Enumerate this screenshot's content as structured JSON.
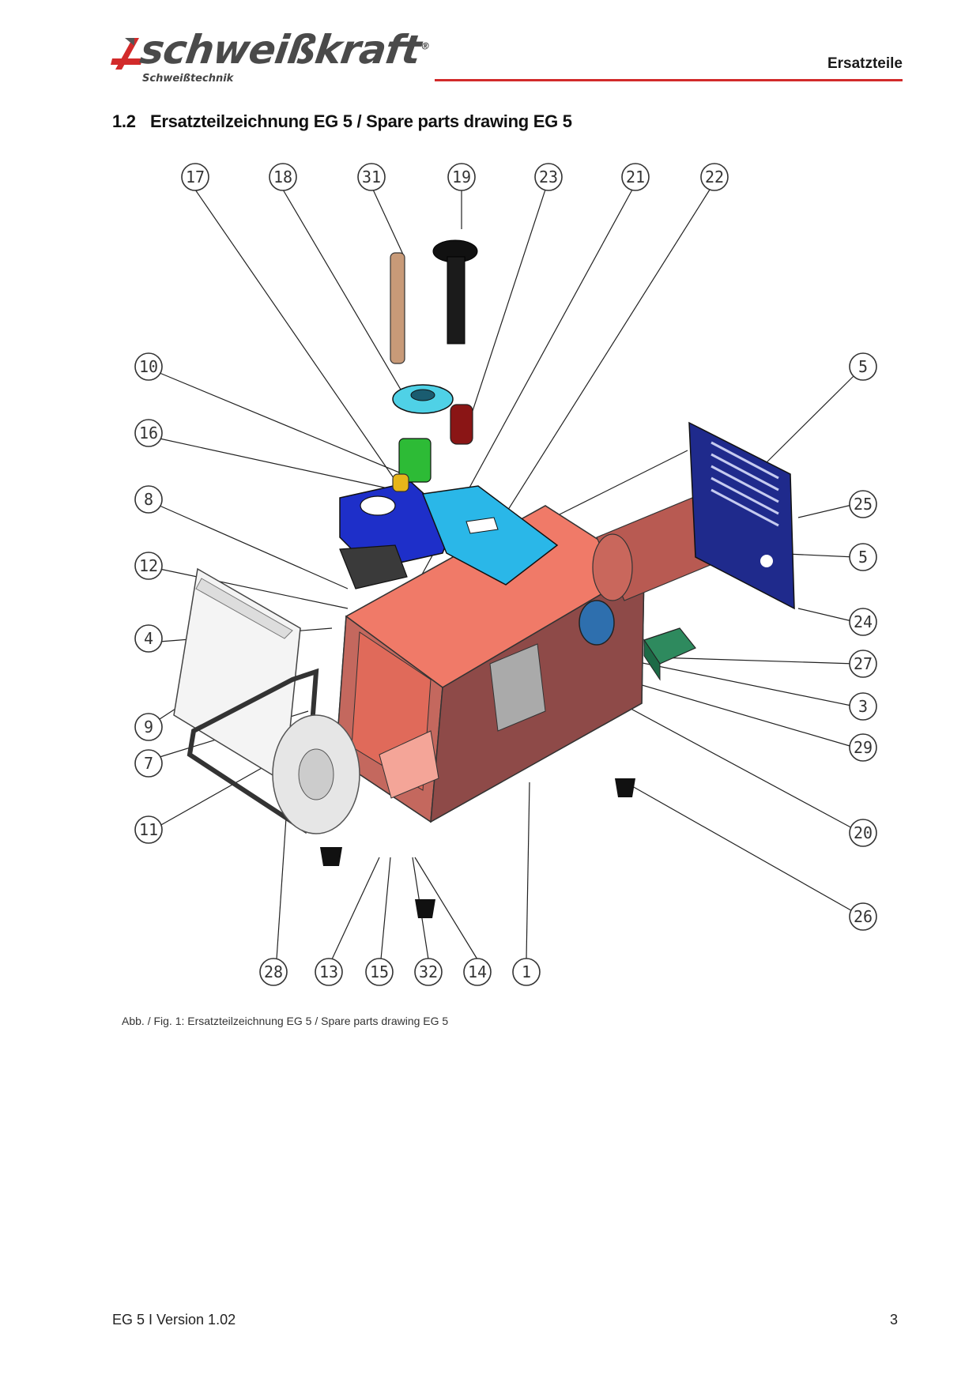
{
  "header": {
    "brand": "schweißkraft",
    "brand_registered": "®",
    "brand_sub": "Schweißtechnik",
    "section_label": "Ersatzteile",
    "accent": "#d22a2a"
  },
  "section": {
    "number": "1.2",
    "title": "Ersatzteilzeichnung EG 5 / Spare parts drawing EG 5"
  },
  "figure": {
    "callouts": [
      "17",
      "18",
      "31",
      "19",
      "23",
      "21",
      "22",
      "10",
      "16",
      "8",
      "12",
      "4",
      "9",
      "7",
      "11",
      "5",
      "25",
      "5",
      "24",
      "27",
      "3",
      "29",
      "20",
      "26",
      "28",
      "13",
      "15",
      "32",
      "14",
      "1"
    ],
    "caption": "Abb. / Fig. 1: Ersatzteilzeichnung EG 5 / Spare parts drawing EG 5"
  },
  "footer": {
    "doc": "EG 5 I Version 1.02",
    "page": "3"
  }
}
